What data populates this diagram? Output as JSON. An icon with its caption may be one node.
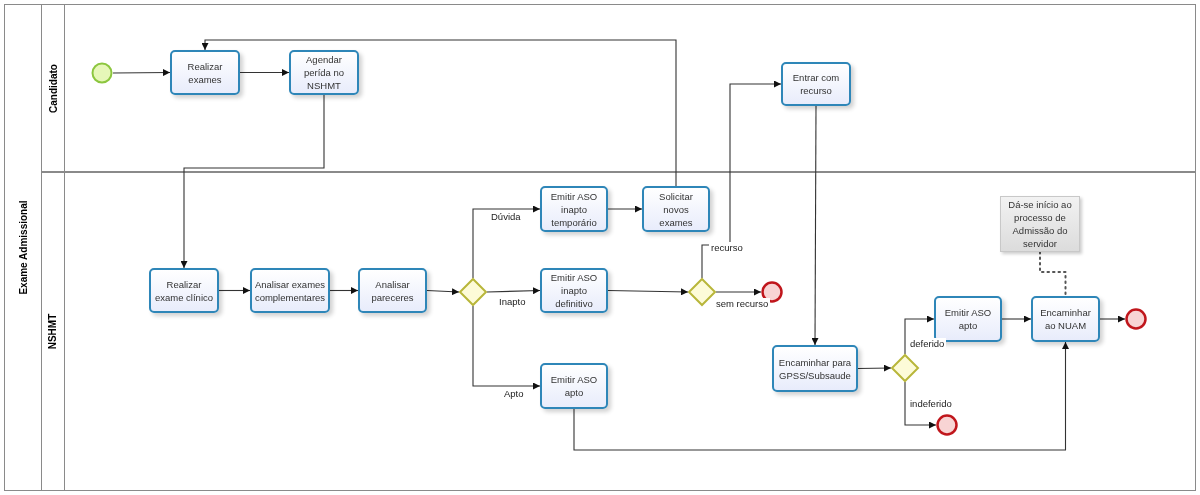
{
  "diagram": {
    "nodes": [
      {
        "text": [
          "Exame Admissional"
        ]
      },
      {
        "text": [
          "Candidato"
        ],
        "in": 0
      },
      {
        "text": [
          "NSHMT"
        ],
        "in": 0
      },
      {
        "text": [],
        "shape": "circle",
        "in": 1
      },
      {
        "text": [
          "Realizar exames"
        ],
        "in": 1
      },
      {
        "text": [
          "Agendar perída no NSHMT"
        ],
        "in": 1
      },
      {
        "text": [
          "Entrar com recurso"
        ],
        "in": 1
      },
      {
        "text": [
          "Realizar exame clínico"
        ],
        "in": 2
      },
      {
        "text": [
          "Analisar exames complementares"
        ],
        "in": 2
      },
      {
        "text": [
          "Analisar pareceres"
        ],
        "in": 2
      },
      {
        "text": [],
        "shape": "diamond",
        "in": 2
      },
      {
        "text": [
          "Emitir ASO inapto temporário"
        ],
        "in": 2
      },
      {
        "text": [
          "Solicitar novos exames"
        ],
        "in": 2
      },
      {
        "text": [
          "Emitir ASO inapto definitivo"
        ],
        "in": 2
      },
      {
        "text": [],
        "shape": "diamond",
        "in": 2
      },
      {
        "text": [],
        "shape": "circle",
        "in": 2
      },
      {
        "text": [
          "Emitir ASO apto"
        ],
        "in": 2
      },
      {
        "text": [
          "Encaminhar para GPSS/Subsaude"
        ],
        "in": 2
      },
      {
        "text": [],
        "shape": "diamond",
        "in": 2
      },
      {
        "text": [
          "Emitir ASO apto"
        ],
        "in": 2
      },
      {
        "text": [
          "Encaminhar ao NUAM"
        ],
        "in": 2
      },
      {
        "text": [],
        "shape": "circle",
        "in": 2
      },
      {
        "text": [],
        "shape": "circle",
        "in": 2
      },
      {
        "text": [
          "Dá-se início ao processo de Admissão do servidor"
        ],
        "in": 2
      }
    ],
    "edges": [
      {
        "from": 3,
        "to": 4,
        "arrow": "to"
      },
      {
        "from": 4,
        "to": 5,
        "arrow": "to"
      },
      {
        "from": 5,
        "to": 7,
        "arrow": "to"
      },
      {
        "from": 12,
        "to": 4,
        "arrow": "to"
      },
      {
        "from": 7,
        "to": 8,
        "arrow": "to"
      },
      {
        "from": 8,
        "to": 9,
        "arrow": "to"
      },
      {
        "from": 9,
        "to": 10,
        "arrow": "to"
      },
      {
        "from": 10,
        "to": 11,
        "arrow": "to",
        "label": "Dúvida"
      },
      {
        "from": 10,
        "to": 13,
        "arrow": "to",
        "label": "Inapto"
      },
      {
        "from": 10,
        "to": 16,
        "arrow": "to",
        "label": "Apto"
      },
      {
        "from": 11,
        "to": 12,
        "arrow": "to"
      },
      {
        "from": 13,
        "to": 14,
        "arrow": "to"
      },
      {
        "from": 14,
        "to": 15,
        "arrow": "to",
        "label": "sem recurso"
      },
      {
        "from": 14,
        "to": 6,
        "arrow": "to",
        "label": "recurso"
      },
      {
        "from": 6,
        "to": 17,
        "arrow": "to"
      },
      {
        "from": 17,
        "to": 18,
        "arrow": "to"
      },
      {
        "from": 18,
        "to": 19,
        "arrow": "to",
        "label": "deferido"
      },
      {
        "from": 18,
        "to": 22,
        "arrow": "to",
        "label": "indeferido"
      },
      {
        "from": 19,
        "to": 20,
        "arrow": "to"
      },
      {
        "from": 20,
        "to": 21,
        "arrow": "to"
      },
      {
        "from": 16,
        "to": 20,
        "arrow": "to"
      },
      {
        "from": 23,
        "to": 20,
        "arrow": "none",
        "style": "dashed"
      }
    ]
  }
}
